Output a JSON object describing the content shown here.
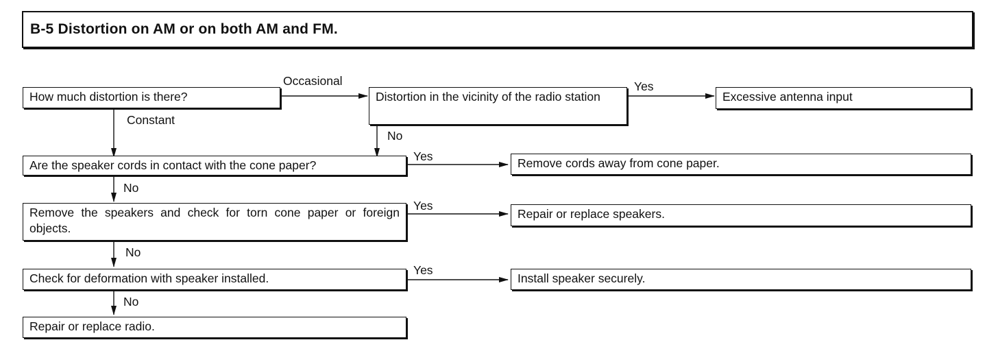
{
  "title": "B-5 Distortion on AM or on both AM and FM.",
  "nodes": {
    "q_amount": "How much distortion is there?",
    "q_vicinity": "Distortion in the vicinity of the radio station",
    "r_antenna": "Excessive antenna input",
    "q_cords": "Are the speaker cords in contact with the cone paper?",
    "r_cords": "Remove cords away from cone paper.",
    "q_torn": "Remove the speakers and check for torn cone paper or foreign objects.",
    "r_repair_speakers": "Repair or replace speakers.",
    "q_deform": "Check for deformation with speaker installed.",
    "r_install": "Install speaker securely.",
    "r_radio": "Repair or replace radio."
  },
  "edge_labels": {
    "occasional": "Occasional",
    "constant": "Constant",
    "yes_antenna": "Yes",
    "no_vicinity": "No",
    "yes_cords": "Yes",
    "no_cords": "No",
    "yes_torn": "Yes",
    "no_torn": "No",
    "yes_deform": "Yes",
    "no_deform": "No"
  }
}
